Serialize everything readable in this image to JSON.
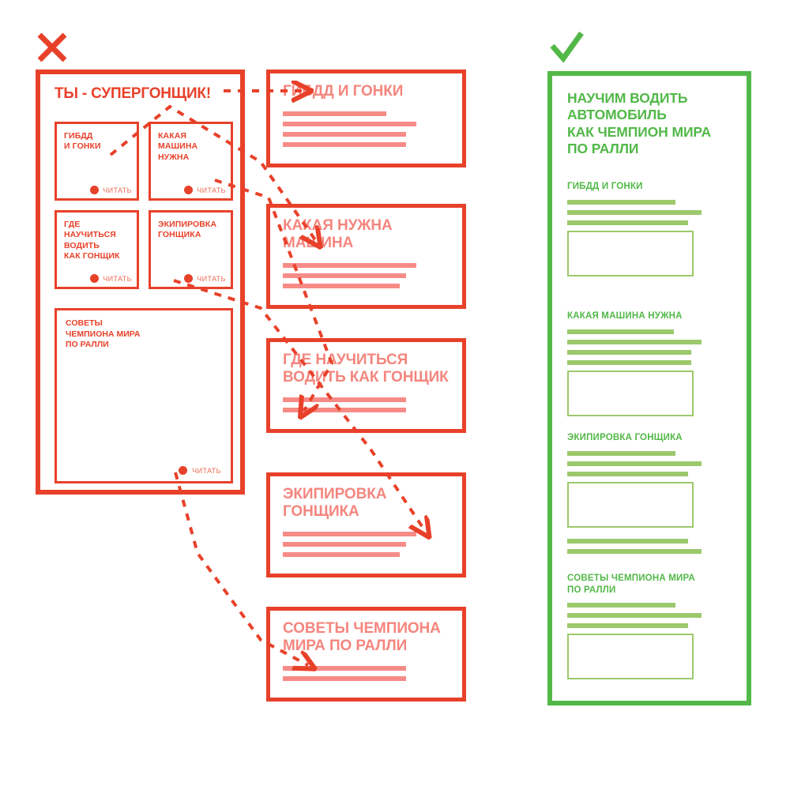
{
  "colors": {
    "red": "#E8412A",
    "red_light": "#F78B87",
    "red_title_light": "#F4867E",
    "read_label": "#EE6C55",
    "green": "#52B848",
    "green_light": "#9CC96B",
    "white": "#FFFFFF"
  },
  "icons": {
    "bad": "cross-icon",
    "good": "check-icon"
  },
  "bad": {
    "panel_title": "ТЫ - СУПЕРГОНЩИК!",
    "read_label": "ЧИТАТЬ",
    "mini_cards": [
      {
        "title": "ГИБДД\nИ ГОНКИ",
        "read": "ЧИТАТЬ"
      },
      {
        "title": "КАКАЯ\nМАШИНА\nНУЖНА",
        "read": "ЧИТАТЬ"
      },
      {
        "title": "ГДЕ\nНАУЧИТЬСЯ\nВОДИТЬ\nКАК ГОНЩИК",
        "read": "ЧИТАТЬ"
      },
      {
        "title": "ЭКИПИРОВКА\nГОНЩИКА",
        "read": "ЧИТАТЬ"
      }
    ],
    "big_card": {
      "title": "СОВЕТЫ\nЧЕМПИОНА МИРА\nПО РАЛЛИ",
      "read": "ЧИТАТЬ"
    }
  },
  "articles": [
    {
      "title": "ГИБДД И ГОНКИ",
      "lines": [
        62,
        80,
        74,
        74
      ]
    },
    {
      "title": "КАКАЯ НУЖНА МАШИНА",
      "lines": [
        80,
        74,
        70
      ]
    },
    {
      "title": "ГДЕ НАУЧИТЬСЯ ВОДИТЬ КАК ГОНЩИК",
      "lines": [
        74,
        74
      ]
    },
    {
      "title": "ЭКИПИРОВКА ГОНЩИКА",
      "lines": [
        80,
        74,
        70
      ]
    },
    {
      "title": "СОВЕТЫ ЧЕМПИОНА МИРА ПО РАЛЛИ",
      "lines": [
        74,
        74
      ]
    }
  ],
  "good": {
    "panel_title": "НАУЧИМ ВОДИТЬ\nАВТОМОБИЛЬ\nКАК ЧЕМПИОН МИРА\nПО РАЛЛИ",
    "sections": [
      {
        "heading": "ГИБДД И ГОНКИ",
        "lines_before": [
          63,
          78,
          70
        ],
        "box": true,
        "lines_after": []
      },
      {
        "heading": "КАКАЯ МАШИНА НУЖНА",
        "lines_before": [
          62,
          78,
          72,
          72
        ],
        "box": true,
        "lines_after": []
      },
      {
        "heading": "ЭКИПИРОВКА ГОНЩИКА",
        "lines_before": [
          63,
          78,
          70
        ],
        "box": true,
        "lines_after": [
          70,
          78
        ]
      },
      {
        "heading": "СОВЕТЫ ЧЕМПИОНА МИРА\nПО РАЛЛИ",
        "lines_before": [
          63,
          78,
          70
        ],
        "box": true,
        "lines_after": []
      }
    ]
  }
}
